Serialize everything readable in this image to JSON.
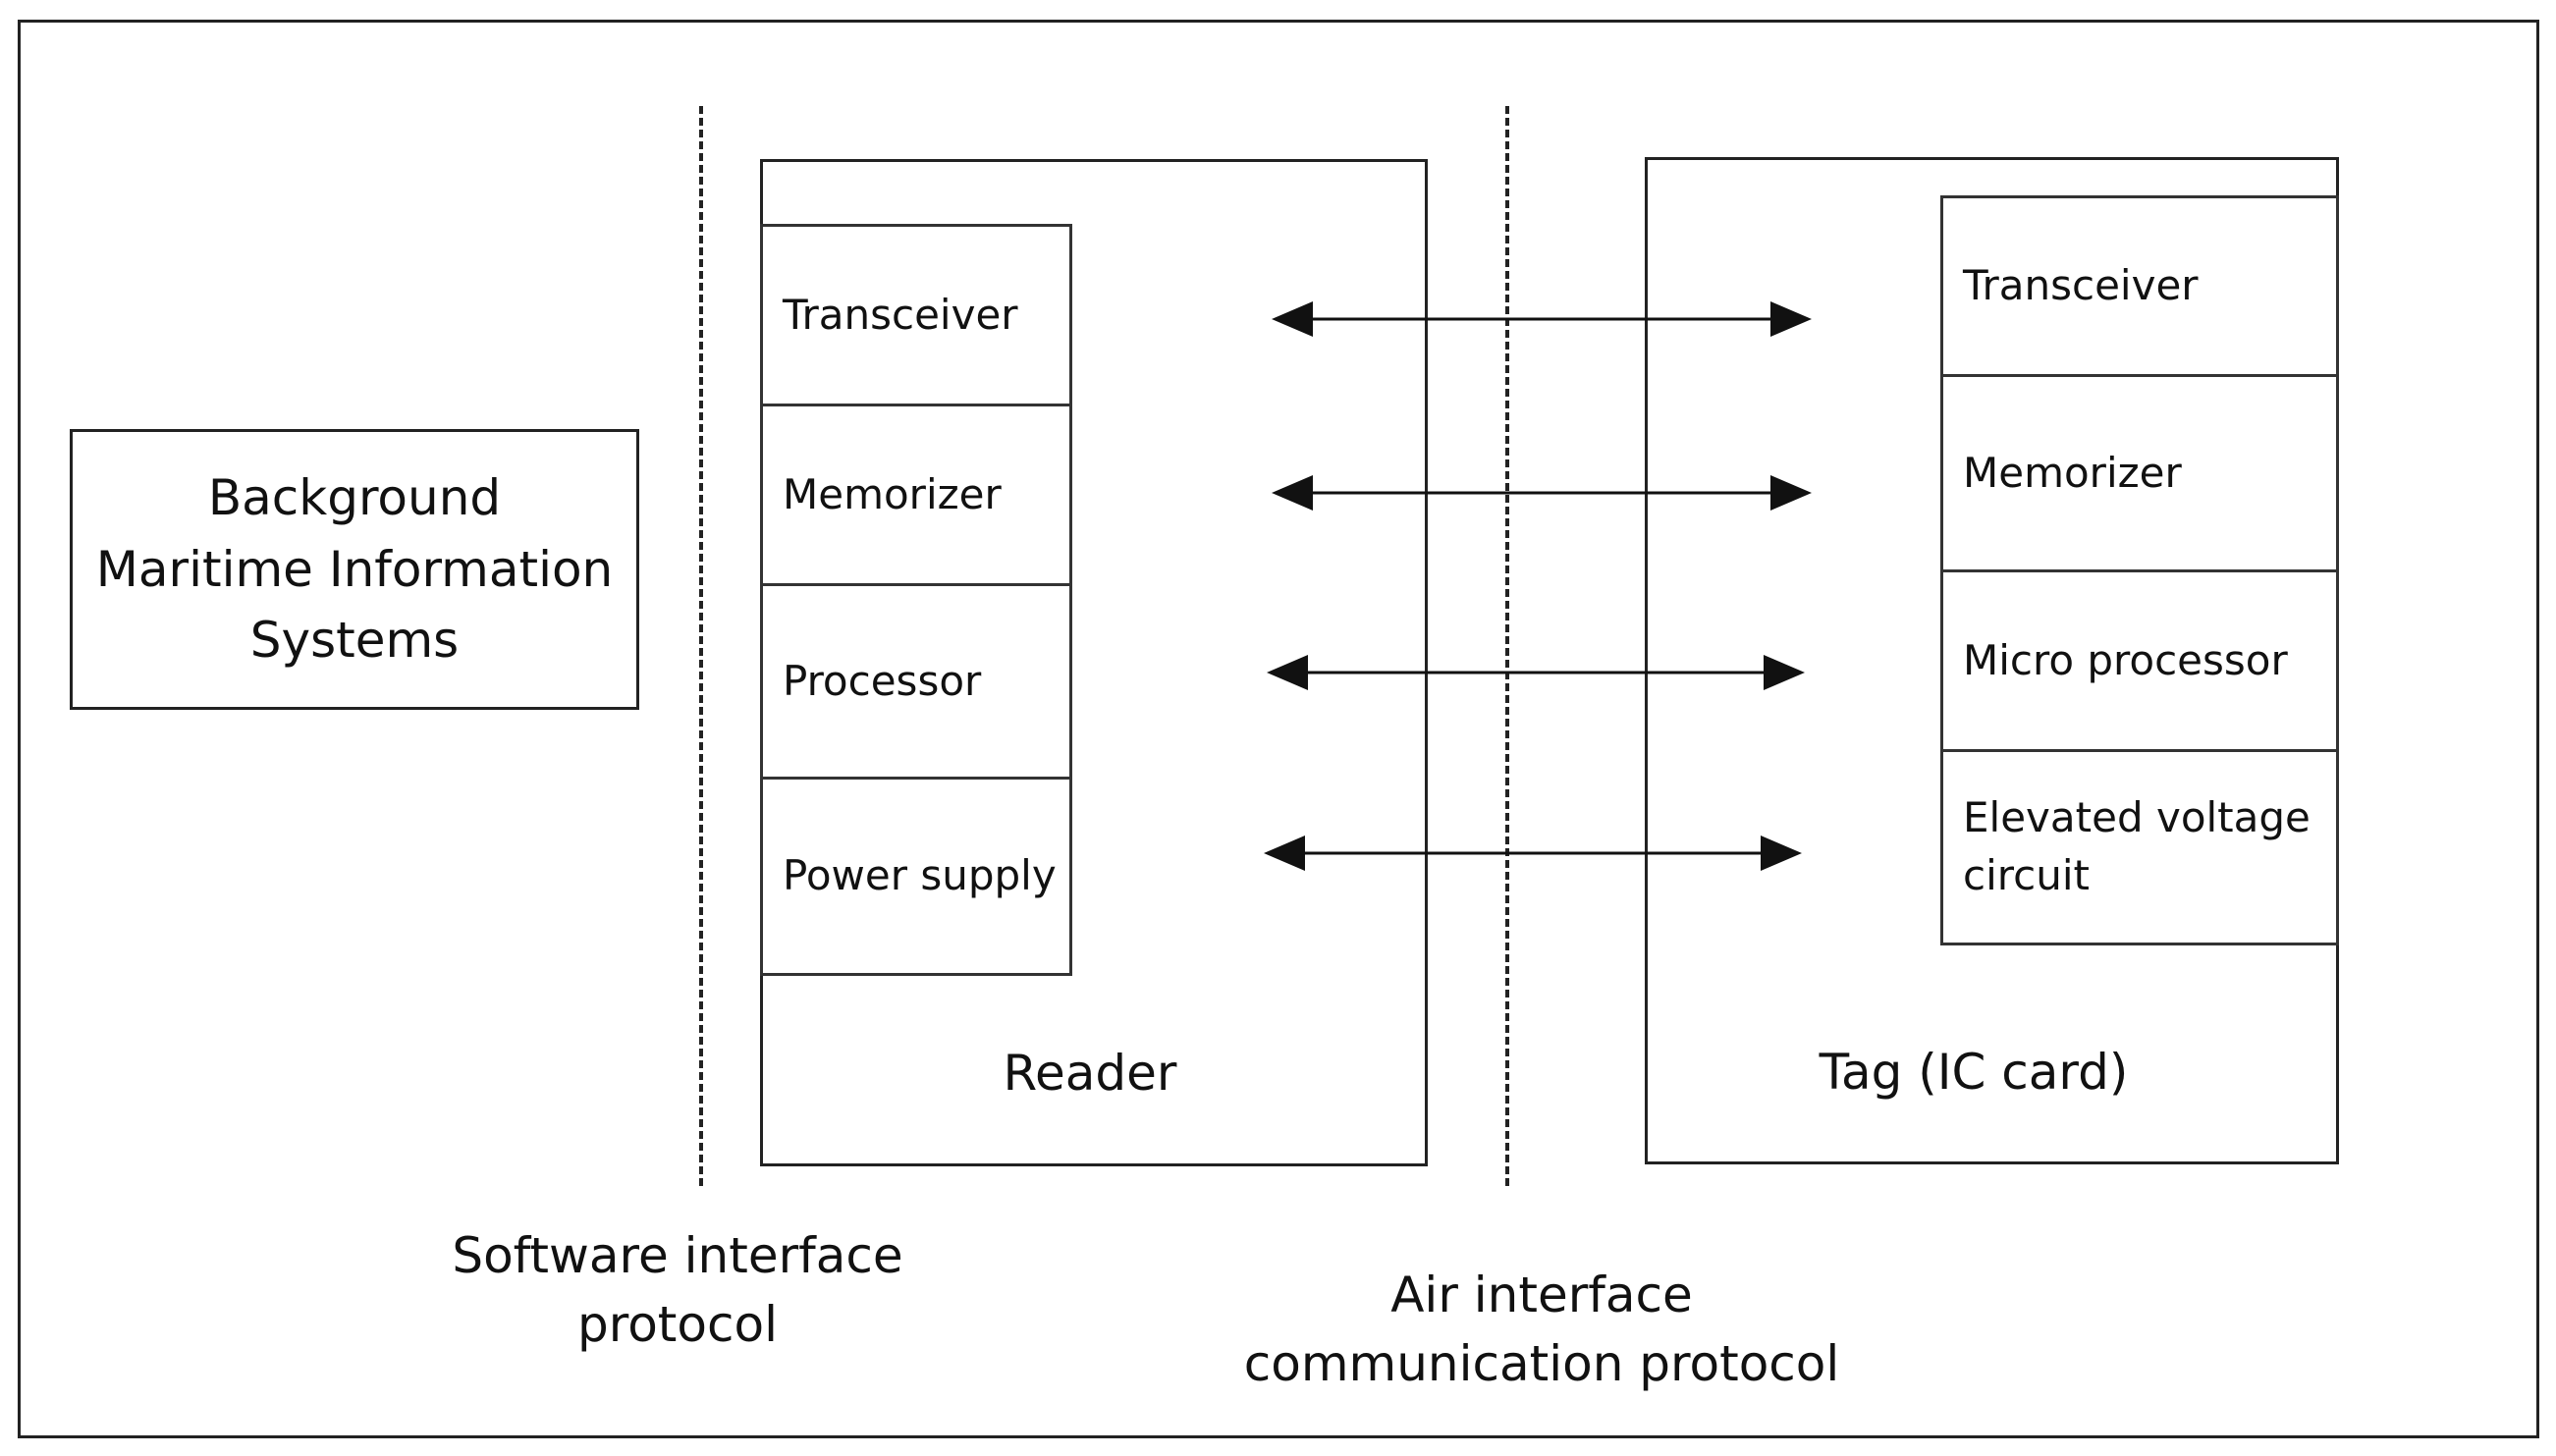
{
  "background_system": {
    "lines": [
      "Background",
      "Maritime Information",
      "Systems"
    ]
  },
  "reader": {
    "label": "Reader",
    "components": [
      "Transceiver",
      "Memorizer",
      "Processor",
      "Power supply"
    ]
  },
  "tag": {
    "label": "Tag (IC card)",
    "components": [
      "Transceiver",
      "Memorizer",
      "Micro processor",
      "Elevated voltage circuit"
    ]
  },
  "protocols": {
    "software": {
      "lines": [
        "Software interface",
        "protocol"
      ]
    },
    "air": {
      "lines": [
        "Air interface",
        "communication protocol"
      ]
    }
  },
  "links": {
    "count": 4,
    "direction": "bidirectional"
  }
}
